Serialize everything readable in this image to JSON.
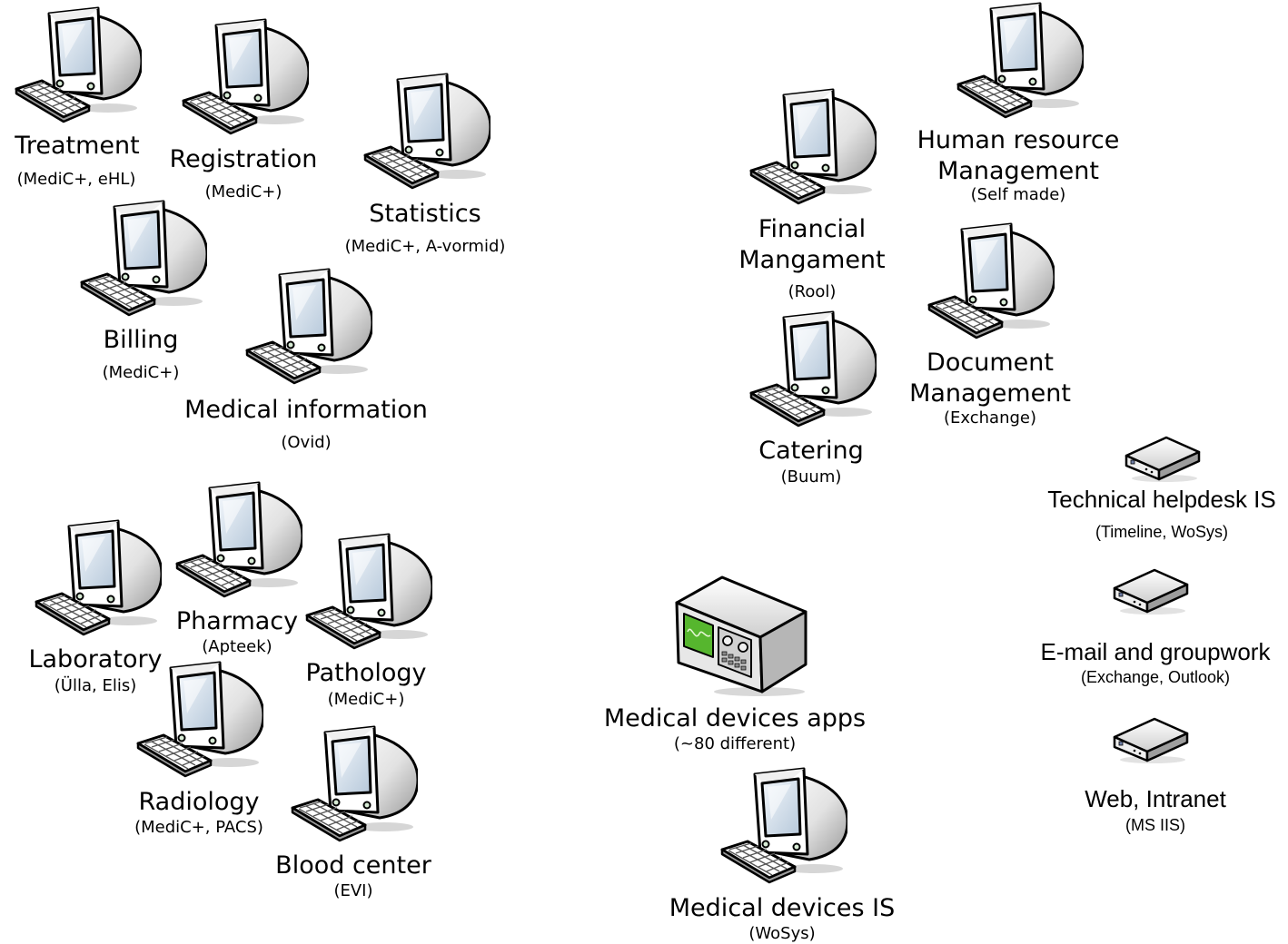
{
  "systems": {
    "treatment": {
      "title": "Treatment",
      "sub": "(MediC+, eHL)"
    },
    "registration": {
      "title": "Registration",
      "sub": "(MediC+)"
    },
    "statistics": {
      "title": "Statistics",
      "sub": "(MediC+, A-vormid)"
    },
    "billing": {
      "title": "Billing",
      "sub": "(MediC+)"
    },
    "medical_information": {
      "title": "Medical information",
      "sub": "(Ovid)"
    },
    "laboratory": {
      "title": "Laboratory",
      "sub": "(Ülla, Elis)"
    },
    "pharmacy": {
      "title": "Pharmacy",
      "sub": "(Apteek)"
    },
    "pathology": {
      "title": "Pathology",
      "sub": "(MediC+)"
    },
    "radiology": {
      "title": "Radiology",
      "sub": "(MediC+, PACS)"
    },
    "blood_center": {
      "title": "Blood center",
      "sub": "(EVI)"
    },
    "financial": {
      "title_line1": "Financial",
      "title_line2": "Mangament",
      "sub": "(Rool)"
    },
    "catering": {
      "title": "Catering",
      "sub": "(Buum)"
    },
    "human_resource": {
      "title_line1": "Human resource",
      "title_line2": "Management",
      "sub": "(Self made)"
    },
    "document": {
      "title_line1": "Document",
      "title_line2": "Management",
      "sub": "(Exchange)"
    },
    "helpdesk": {
      "title": "Technical helpdesk IS",
      "sub": "(Timeline, WoSys)"
    },
    "email": {
      "title": "E-mail and groupwork",
      "sub": "(Exchange, Outlook)"
    },
    "web": {
      "title": "Web, Intranet",
      "sub": "(MS IIS)"
    },
    "medical_devices_apps": {
      "title": "Medical devices apps",
      "sub": "(~80 different)"
    },
    "medical_devices_is": {
      "title": "Medical devices IS",
      "sub": "(WoSys)"
    }
  }
}
